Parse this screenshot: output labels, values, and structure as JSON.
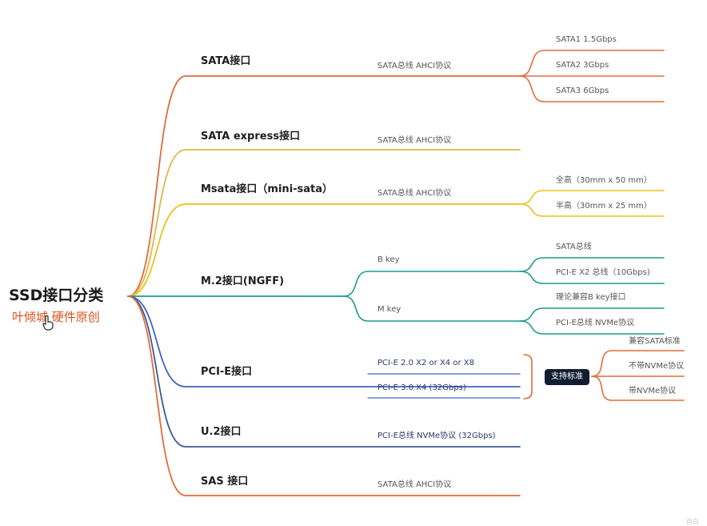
{
  "root": {
    "title": "SSD接口分类",
    "author": "叶倾城 硬件原创"
  },
  "colors": {
    "sata": "#e06c3c",
    "sata_express": "#ddb84a",
    "msata": "#e8c21a",
    "m2": "#1d9a8a",
    "pcie": "#3f63c2",
    "u2": "#3a5a96",
    "sas": "#e06c3c",
    "bracket": "#e06c3c",
    "badge_bg": "#0f1d33"
  },
  "branches": {
    "sata": {
      "label": "SATA接口",
      "bus": "SATA总线   AHCI协议",
      "children": [
        "SATA1   1.5Gbps",
        "SATA2  3Gbps",
        "SATA3    6Gbps"
      ]
    },
    "sata_express": {
      "label": "SATA express接口",
      "bus": "SATA总线   AHCI协议"
    },
    "msata": {
      "label": "Msata接口（mini-sata）",
      "bus": "SATA总线   AHCI协议",
      "children": [
        "全高（30mm x 50 mm）",
        "半高（30mm x 25 mm）"
      ]
    },
    "m2": {
      "label": "M.2接口(NGFF)",
      "bkey": {
        "label": "B key",
        "children": [
          "SATA总线",
          "PCI-E X2 总线（10Gbps)"
        ]
      },
      "mkey": {
        "label": "M key",
        "children": [
          "理论兼容B key接口",
          "PCI-E总线     NVMe协议"
        ]
      }
    },
    "pcie": {
      "label": "PCI-E接口",
      "children": [
        "PCI-E 2.0 X2 or X4 or X8",
        "PCI-E 3.0 X4      (32Gbps)"
      ],
      "badge": "支持标准",
      "standards": [
        "兼容SATA标准",
        "不带NVMe协议",
        "带NVMe协议"
      ]
    },
    "u2": {
      "label": "U.2接口",
      "bus": "PCI-E总线   NVMe协议     (32Gbps)"
    },
    "sas": {
      "label": "SAS 接口",
      "bus": "SATA总线   AHCI协议"
    }
  },
  "watermark": "自白"
}
